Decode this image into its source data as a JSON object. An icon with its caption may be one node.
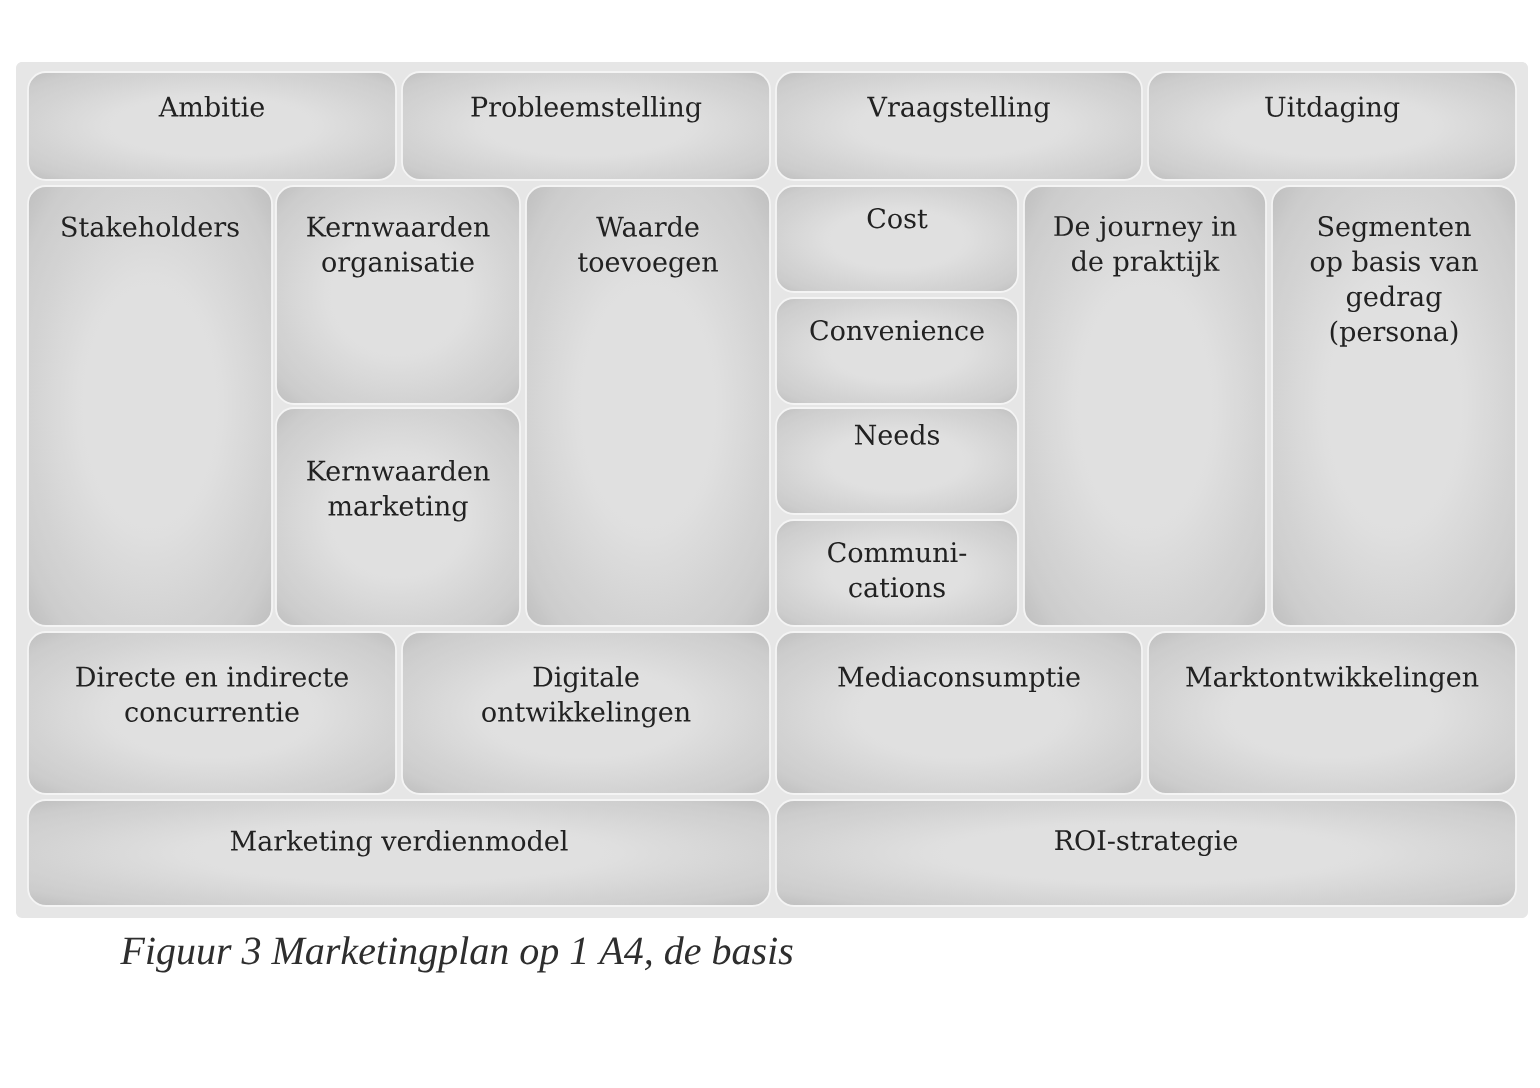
{
  "diagram": {
    "caption": "Figuur 3 Marketingplan op 1 A4, de basis",
    "nodes": [
      {
        "text": [
          "Ambitie"
        ]
      },
      {
        "text": [
          "Probleemstelling"
        ]
      },
      {
        "text": [
          "Vraagstelling"
        ]
      },
      {
        "text": [
          "Uitdaging"
        ]
      },
      {
        "text": [
          "Stakeholders"
        ]
      },
      {
        "text": [
          "Kernwaarden organisatie"
        ]
      },
      {
        "text": [
          "Kernwaarden marketing"
        ]
      },
      {
        "text": [
          "Waarde toevoegen"
        ]
      },
      {
        "text": [
          "Cost"
        ]
      },
      {
        "text": [
          "Convenience"
        ]
      },
      {
        "text": [
          "Needs"
        ]
      },
      {
        "text": [
          "Communi- cations"
        ]
      },
      {
        "text": [
          "De journey in de praktijk"
        ]
      },
      {
        "text": [
          "Segmenten op basis van gedrag (persona)"
        ]
      },
      {
        "text": [
          "Directe en indirecte concurrentie"
        ]
      },
      {
        "text": [
          "Digitale ontwikkelingen"
        ]
      },
      {
        "text": [
          "Mediaconsumptie"
        ]
      },
      {
        "text": [
          "Marktontwikkelingen"
        ]
      },
      {
        "text": [
          "Marketing verdienmodel"
        ]
      },
      {
        "text": [
          "ROI-strategie"
        ]
      }
    ]
  }
}
